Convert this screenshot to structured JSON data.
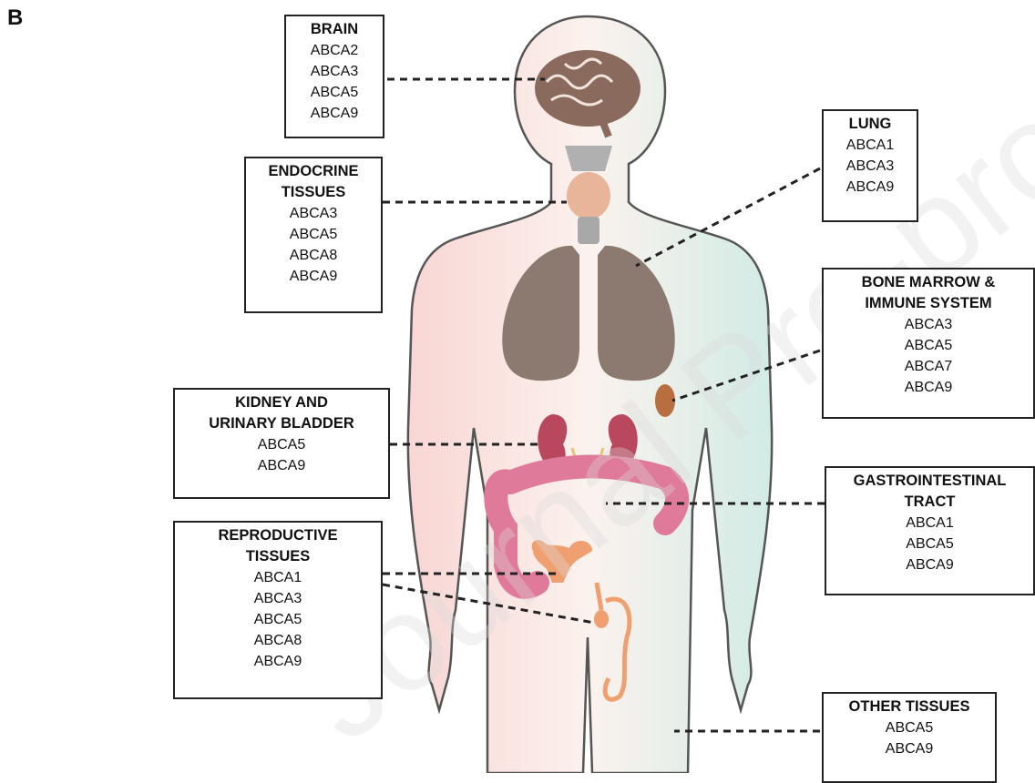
{
  "figure": {
    "panel_label": "B",
    "watermark": "Journal Pre-proof"
  },
  "colors": {
    "body_left": "#f8d6d4",
    "body_right": "#d2ebe5",
    "outline": "#555555",
    "brain": "#8b6a5e",
    "lung": "#8c7a70",
    "thyroid": "#e8b59a",
    "kidney": "#b9485f",
    "intestine": "#e07a9a",
    "spleen": "#b86e3e",
    "reproductive": "#f0a070"
  },
  "boxes": [
    {
      "id": "brain",
      "title": [
        "BRAIN"
      ],
      "genes": [
        "ABCA2",
        "ABCA3",
        "ABCA5",
        "ABCA9"
      ]
    },
    {
      "id": "endocrine",
      "title": [
        "ENDOCRINE",
        "TISSUES"
      ],
      "genes": [
        "ABCA3",
        "ABCA5",
        "ABCA8",
        "ABCA9"
      ]
    },
    {
      "id": "kidney",
      "title": [
        "KIDNEY AND",
        "URINARY BLADDER"
      ],
      "genes": [
        "ABCA5",
        "ABCA9"
      ]
    },
    {
      "id": "reproductive",
      "title": [
        "REPRODUCTIVE",
        "TISSUES"
      ],
      "genes": [
        "ABCA1",
        "ABCA3",
        "ABCA5",
        "ABCA8",
        "ABCA9"
      ]
    },
    {
      "id": "lung",
      "title": [
        "LUNG"
      ],
      "genes": [
        "ABCA1",
        "ABCA3",
        "ABCA9"
      ]
    },
    {
      "id": "bone-marrow",
      "title": [
        "BONE MARROW &",
        "IMMUNE SYSTEM"
      ],
      "genes": [
        "ABCA3",
        "ABCA5",
        "ABCA7",
        "ABCA9"
      ]
    },
    {
      "id": "gastrointestinal",
      "title": [
        "GASTROINTESTINAL",
        "TRACT"
      ],
      "genes": [
        "ABCA1",
        "ABCA5",
        "ABCA9"
      ]
    },
    {
      "id": "other",
      "title": [
        "OTHER TISSUES"
      ],
      "genes": [
        "ABCA5",
        "ABCA9"
      ]
    }
  ]
}
